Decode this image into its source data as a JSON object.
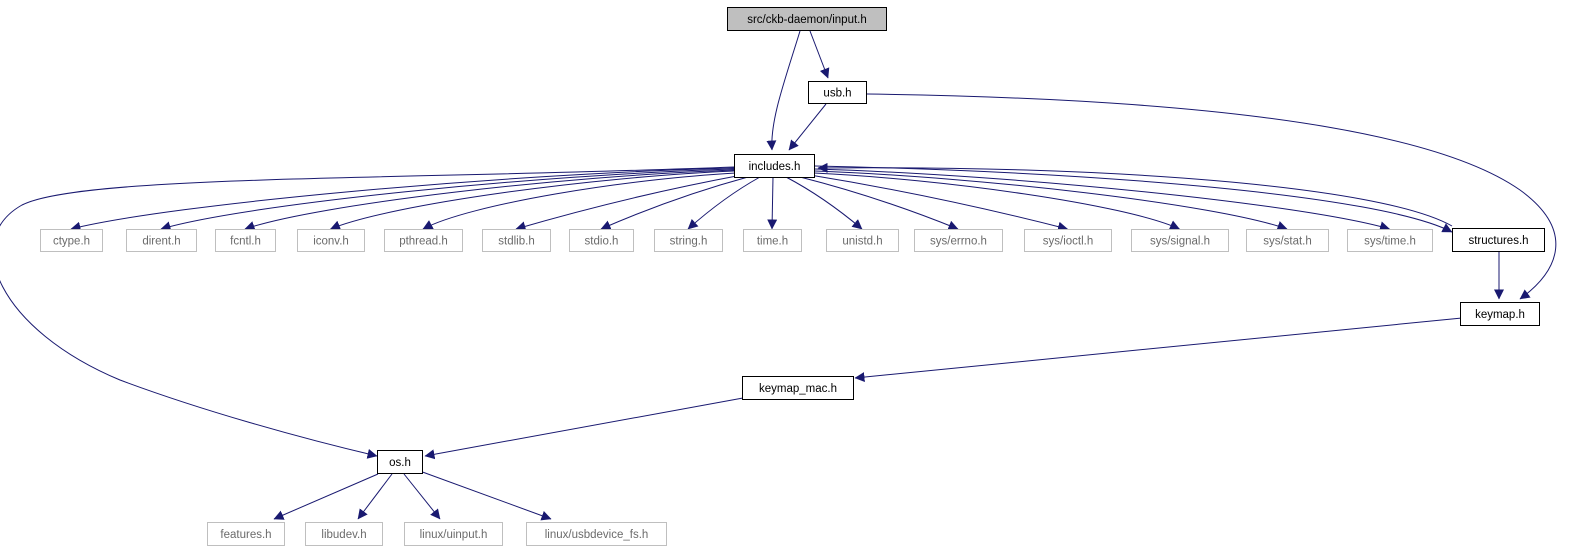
{
  "diagram": {
    "colors": {
      "edge": "#191970",
      "border_primary": "#000000",
      "border_external": "#bfbfbf",
      "fill_root": "#bfbfbf",
      "fill_node": "#ffffff",
      "text_primary": "#000000",
      "text_external": "#6b6b6b"
    },
    "nodes": [
      {
        "id": "input_h",
        "label": "src/ckb-daemon/input.h",
        "kind": "root"
      },
      {
        "id": "usb_h",
        "label": "usb.h",
        "kind": "internal"
      },
      {
        "id": "includes_h",
        "label": "includes.h",
        "kind": "internal"
      },
      {
        "id": "ctype_h",
        "label": "ctype.h",
        "kind": "external"
      },
      {
        "id": "dirent_h",
        "label": "dirent.h",
        "kind": "external"
      },
      {
        "id": "fcntl_h",
        "label": "fcntl.h",
        "kind": "external"
      },
      {
        "id": "iconv_h",
        "label": "iconv.h",
        "kind": "external"
      },
      {
        "id": "pthread_h",
        "label": "pthread.h",
        "kind": "external"
      },
      {
        "id": "stdlib_h",
        "label": "stdlib.h",
        "kind": "external"
      },
      {
        "id": "stdio_h",
        "label": "stdio.h",
        "kind": "external"
      },
      {
        "id": "string_h",
        "label": "string.h",
        "kind": "external"
      },
      {
        "id": "time_h",
        "label": "time.h",
        "kind": "external"
      },
      {
        "id": "unistd_h",
        "label": "unistd.h",
        "kind": "external"
      },
      {
        "id": "sys_errno_h",
        "label": "sys/errno.h",
        "kind": "external"
      },
      {
        "id": "sys_ioctl_h",
        "label": "sys/ioctl.h",
        "kind": "external"
      },
      {
        "id": "sys_signal_h",
        "label": "sys/signal.h",
        "kind": "external"
      },
      {
        "id": "sys_stat_h",
        "label": "sys/stat.h",
        "kind": "external"
      },
      {
        "id": "sys_time_h",
        "label": "sys/time.h",
        "kind": "external"
      },
      {
        "id": "structures_h",
        "label": "structures.h",
        "kind": "internal"
      },
      {
        "id": "keymap_h",
        "label": "keymap.h",
        "kind": "internal"
      },
      {
        "id": "keymap_mac_h",
        "label": "keymap_mac.h",
        "kind": "internal"
      },
      {
        "id": "os_h",
        "label": "os.h",
        "kind": "internal"
      },
      {
        "id": "features_h",
        "label": "features.h",
        "kind": "external"
      },
      {
        "id": "libudev_h",
        "label": "libudev.h",
        "kind": "external"
      },
      {
        "id": "linux_uinput_h",
        "label": "linux/uinput.h",
        "kind": "external"
      },
      {
        "id": "linux_usbdevice_fs_h",
        "label": "linux/usbdevice_fs.h",
        "kind": "external"
      }
    ],
    "edges": [
      {
        "from": "input_h",
        "to": "includes_h"
      },
      {
        "from": "input_h",
        "to": "usb_h"
      },
      {
        "from": "usb_h",
        "to": "includes_h"
      },
      {
        "from": "usb_h",
        "to": "keymap_h"
      },
      {
        "from": "includes_h",
        "to": "ctype_h"
      },
      {
        "from": "includes_h",
        "to": "dirent_h"
      },
      {
        "from": "includes_h",
        "to": "fcntl_h"
      },
      {
        "from": "includes_h",
        "to": "iconv_h"
      },
      {
        "from": "includes_h",
        "to": "pthread_h"
      },
      {
        "from": "includes_h",
        "to": "stdlib_h"
      },
      {
        "from": "includes_h",
        "to": "stdio_h"
      },
      {
        "from": "includes_h",
        "to": "string_h"
      },
      {
        "from": "includes_h",
        "to": "time_h"
      },
      {
        "from": "includes_h",
        "to": "unistd_h"
      },
      {
        "from": "includes_h",
        "to": "sys_errno_h"
      },
      {
        "from": "includes_h",
        "to": "sys_ioctl_h"
      },
      {
        "from": "includes_h",
        "to": "sys_signal_h"
      },
      {
        "from": "includes_h",
        "to": "sys_stat_h"
      },
      {
        "from": "includes_h",
        "to": "sys_time_h"
      },
      {
        "from": "includes_h",
        "to": "structures_h"
      },
      {
        "from": "structures_h",
        "to": "includes_h"
      },
      {
        "from": "includes_h",
        "to": "os_h"
      },
      {
        "from": "structures_h",
        "to": "keymap_h"
      },
      {
        "from": "keymap_h",
        "to": "keymap_mac_h"
      },
      {
        "from": "keymap_mac_h",
        "to": "os_h"
      },
      {
        "from": "os_h",
        "to": "features_h"
      },
      {
        "from": "os_h",
        "to": "libudev_h"
      },
      {
        "from": "os_h",
        "to": "linux_uinput_h"
      },
      {
        "from": "os_h",
        "to": "linux_usbdevice_fs_h"
      }
    ]
  }
}
